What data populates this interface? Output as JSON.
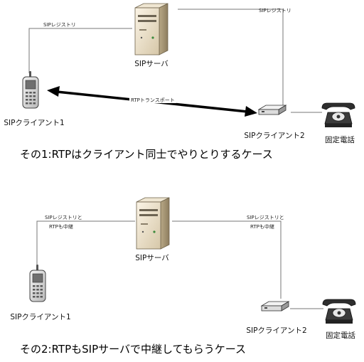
{
  "scenario1": {
    "caption": "その1:RTPはクライアント同士でやりとりするケース",
    "server_label": "SIPサーバ",
    "client1_label": "SIPクライアント1",
    "client2_label": "SIPクライアント2",
    "phone_label": "固定電話",
    "left_link_label": "SIPレジストリ",
    "right_link_label": "SIPレジストリ",
    "rtp_label": "RTPトランスポート"
  },
  "scenario2": {
    "caption": "その2:RTPもSIPサーバで中継してもらうケース",
    "server_label": "SIPサーバ",
    "client1_label": "SIPクライアント1",
    "client2_label": "SIPクライアント2",
    "phone_label": "固定電話",
    "left_link_label_line1": "SIPレジストリと",
    "left_link_label_line2": "RTPも中継",
    "right_link_label_line1": "SIPレジストリと",
    "right_link_label_line2": "RTPも中継"
  }
}
